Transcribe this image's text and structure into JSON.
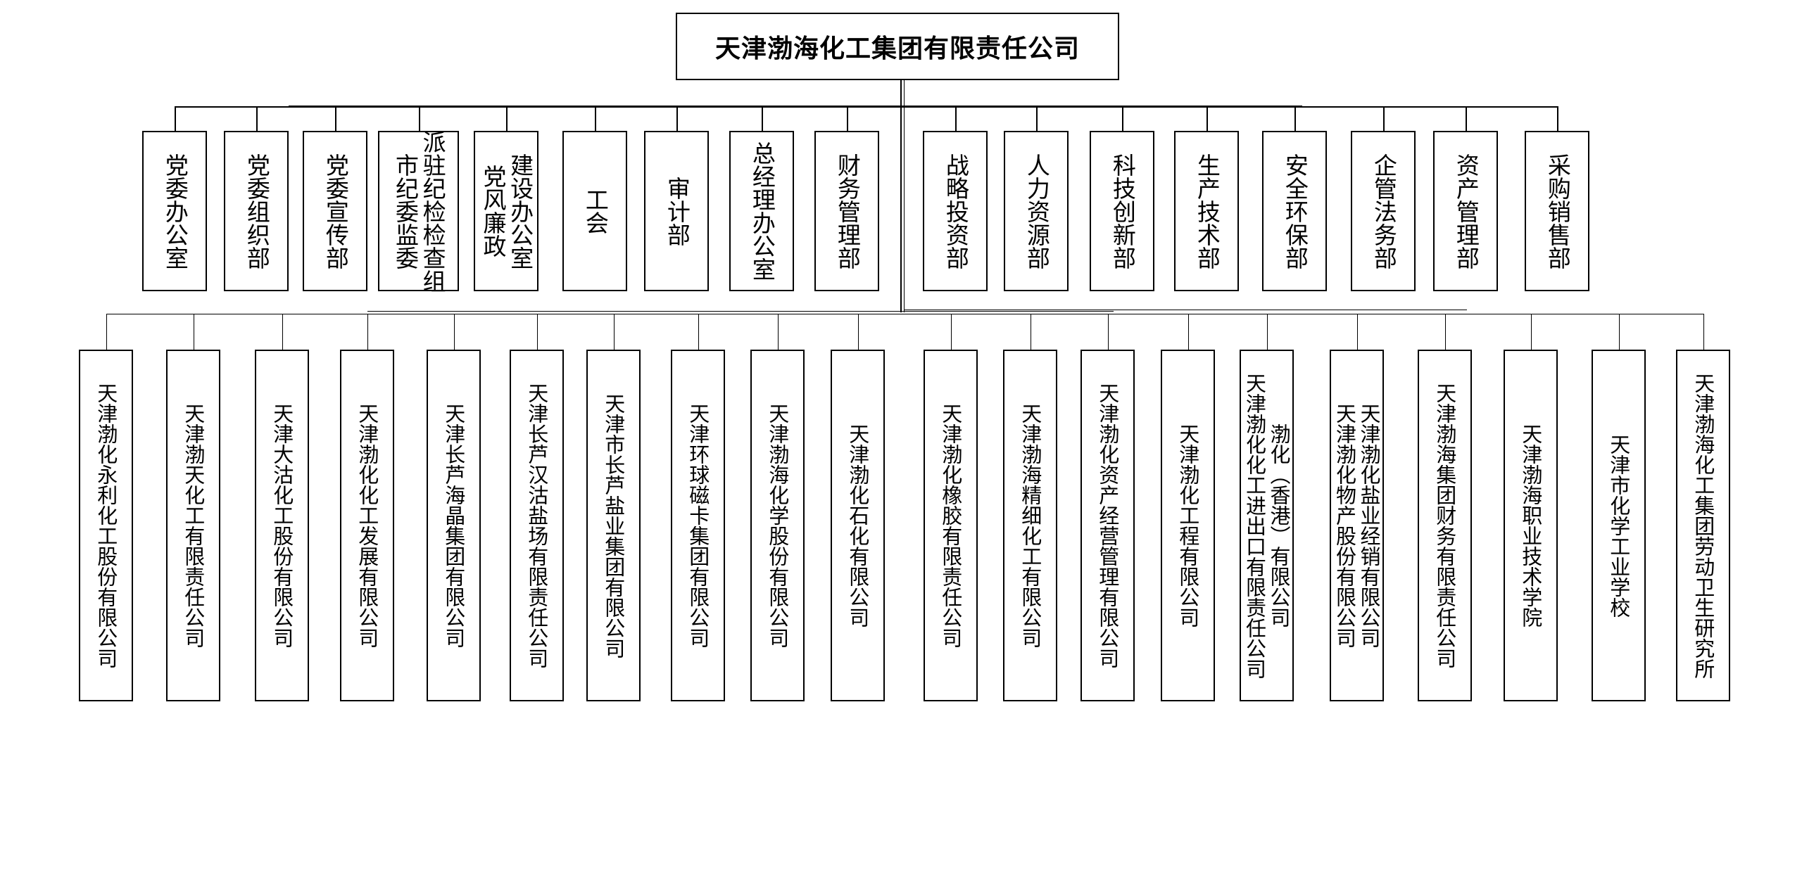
{
  "chart": {
    "title": "天津渤海化工集团有限责任公司",
    "departments": [
      {
        "label": "党委办公室",
        "lines": [
          "党委办公室"
        ]
      },
      {
        "label": "党委组织部",
        "lines": [
          "党委组织部"
        ]
      },
      {
        "label": "党委宣传部",
        "lines": [
          "党委宣传部"
        ]
      },
      {
        "label": "市纪委监委派驻纪检检查组",
        "lines": [
          "市纪委监委",
          "派驻纪检检查组"
        ]
      },
      {
        "label": "党风廉政建设办公室",
        "lines": [
          "党风廉政",
          "建设办公室"
        ]
      },
      {
        "label": "工会",
        "lines": [
          "工会"
        ]
      },
      {
        "label": "审计部",
        "lines": [
          "审计部"
        ]
      },
      {
        "label": "总经理办公室",
        "lines": [
          "总经理办公室"
        ]
      },
      {
        "label": "财务管理部",
        "lines": [
          "财务管理部"
        ]
      },
      {
        "label": "战略投资部",
        "lines": [
          "战略投资部"
        ]
      },
      {
        "label": "人力资源部",
        "lines": [
          "人力资源部"
        ]
      },
      {
        "label": "科技创新部",
        "lines": [
          "科技创新部"
        ]
      },
      {
        "label": "生产技术部",
        "lines": [
          "生产技术部"
        ]
      },
      {
        "label": "安全环保部",
        "lines": [
          "安全环保部"
        ]
      },
      {
        "label": "企管法务部",
        "lines": [
          "企管法务部"
        ]
      },
      {
        "label": "资产管理部",
        "lines": [
          "资产管理部"
        ]
      },
      {
        "label": "采购销售部",
        "lines": [
          "采购销售部"
        ]
      }
    ],
    "subsidiaries": [
      {
        "lines": [
          "天津渤化永利化工股份有限公司"
        ]
      },
      {
        "lines": [
          "天津渤天化工有限责任公司"
        ]
      },
      {
        "lines": [
          "天津大沽化工股份有限公司"
        ]
      },
      {
        "lines": [
          "天津渤化化工发展有限公司"
        ]
      },
      {
        "lines": [
          "天津长芦海晶集团有限公司"
        ]
      },
      {
        "lines": [
          "天津长芦汉沽盐场有限责任公司"
        ]
      },
      {
        "lines": [
          "天津市长芦盐业集团有限公司"
        ]
      },
      {
        "lines": [
          "天津环球磁卡集团有限公司"
        ]
      },
      {
        "lines": [
          "天津渤海化学股份有限公司"
        ]
      },
      {
        "lines": [
          "天津渤化石化有限公司"
        ]
      },
      {
        "lines": [
          "天津渤化橡胶有限责任公司"
        ]
      },
      {
        "lines": [
          "天津渤海精细化工有限公司"
        ]
      },
      {
        "lines": [
          "天津渤化资产经营管理有限公司"
        ]
      },
      {
        "lines": [
          "天津渤化工程有限公司"
        ]
      },
      {
        "lines": [
          "天津渤化化工进出口有限责任公司",
          "渤化（香港）有限公司"
        ]
      },
      {
        "lines": [
          "天津渤化物产股份有限公司",
          "天津渤化盐业经销有限公司"
        ]
      },
      {
        "lines": [
          "天津渤海集团财务有限责任公司"
        ]
      },
      {
        "lines": [
          "天津渤海职业技术学院"
        ]
      },
      {
        "lines": [
          "天津市化学工业学校"
        ]
      },
      {
        "lines": [
          "天津渤海化工集团劳动卫生研究所"
        ]
      }
    ]
  },
  "layout_colors": {
    "line": "#000000",
    "background": "#ffffff"
  }
}
